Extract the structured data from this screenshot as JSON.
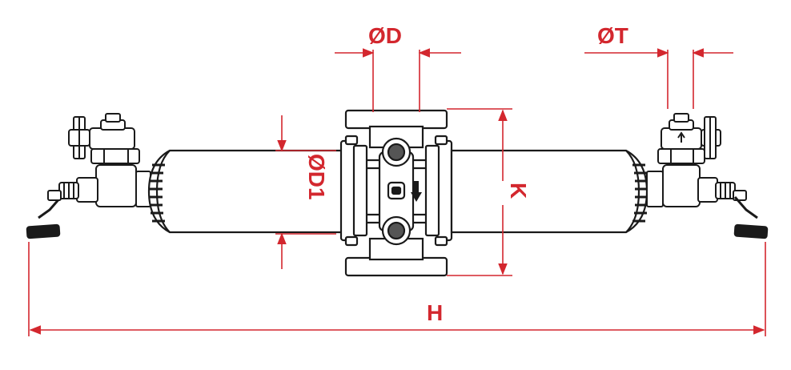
{
  "diagram": {
    "colors": {
      "dimension": "#d3272e",
      "outline": "#1a1a1a",
      "body_fill": "#ffffff",
      "shade": "#555555"
    },
    "labels": {
      "d": "ØD",
      "t": "ØT",
      "d1": "ØD1",
      "k": "K",
      "h": "H"
    },
    "icons": {
      "flow_arrow": "down-arrow-icon",
      "valve_arrow": "up-arrow-icon"
    }
  }
}
